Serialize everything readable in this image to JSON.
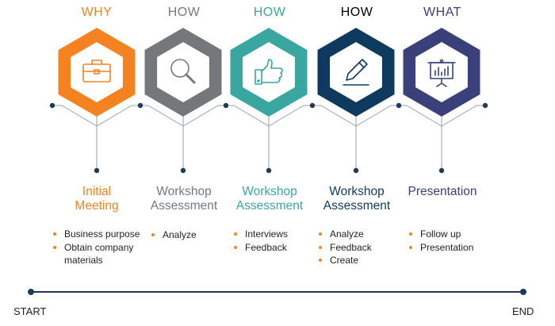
{
  "colors": {
    "orange": "#f58220",
    "gray": "#75787b",
    "teal": "#3aa6a0",
    "navy": "#0f3a5f",
    "indigo": "#39407a",
    "connector": "#9aa0a8",
    "dot": "#1f3b58",
    "bullet": "#f2841e"
  },
  "steps": [
    {
      "header": "WHY",
      "title": [
        "Initial",
        "Meeting"
      ],
      "icon": "briefcase-icon",
      "bullets": [
        "Business purpose",
        "Obtain company materials"
      ]
    },
    {
      "header": "HOW",
      "title": [
        "Workshop",
        "Assessment"
      ],
      "icon": "magnifier-icon",
      "bullets": [
        "Analyze"
      ]
    },
    {
      "header": "HOW",
      "title": [
        "Workshop",
        "Assessment"
      ],
      "icon": "thumbs-up-icon",
      "bullets": [
        "Interviews",
        "Feedback"
      ]
    },
    {
      "header": "HOW",
      "title": [
        "Workshop",
        "Assessment"
      ],
      "icon": "pencil-icon",
      "bullets": [
        "Analyze",
        "Feedback",
        "Create"
      ]
    },
    {
      "header": "WHAT",
      "title": [
        "Presentation"
      ],
      "icon": "presentation-board-icon",
      "bullets": [
        "Follow up",
        "Presentation"
      ]
    }
  ],
  "timeline": {
    "start": "START",
    "end": "END"
  }
}
